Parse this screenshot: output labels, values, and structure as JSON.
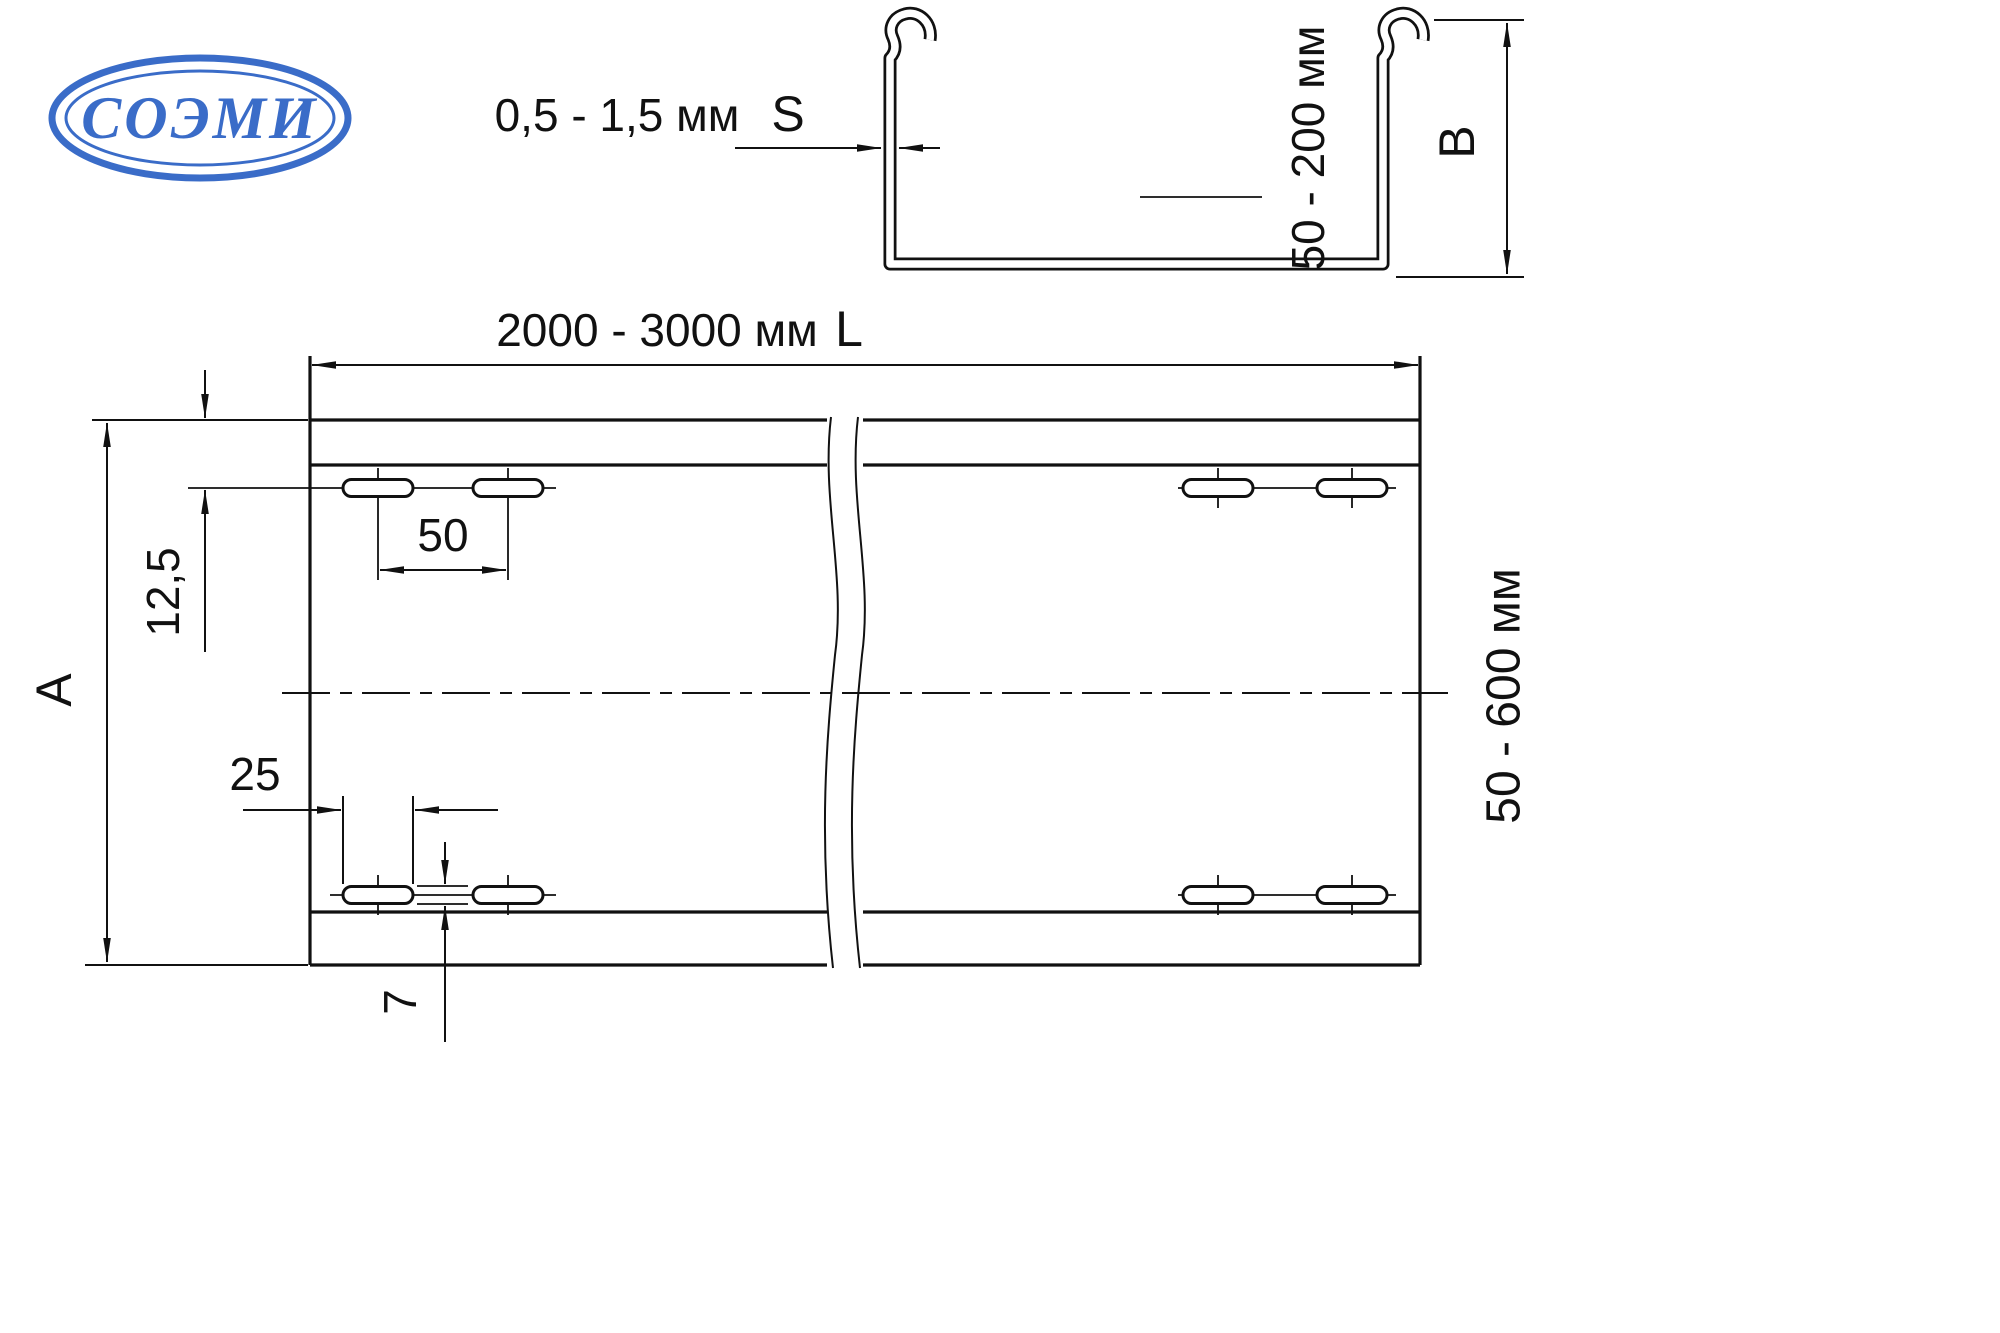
{
  "logo": {
    "text": "СОЭМИ"
  },
  "section": {
    "thickness_range": "0,5 - 1,5 мм",
    "thickness_symbol": "S",
    "height_range": "50 - 200 мм",
    "height_symbol": "B"
  },
  "plan": {
    "length_range": "2000 - 3000 мм",
    "length_symbol": "L",
    "width_symbol": "A",
    "width_range": "50 - 600 мм",
    "dim_offset": "12,5",
    "dim_spacing": "50",
    "dim_slot_length": "25",
    "dim_slot_width": "7"
  },
  "colors": {
    "line": "#111111",
    "logo": "#3a6cc8",
    "background": "#ffffff"
  }
}
